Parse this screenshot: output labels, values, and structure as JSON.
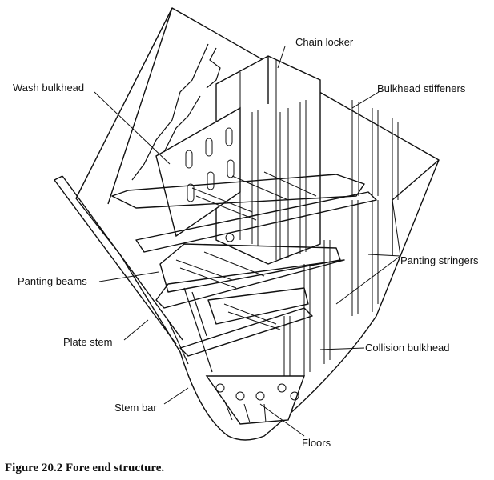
{
  "labels": {
    "chain_locker": "Chain locker",
    "wash_bulkhead": "Wash bulkhead",
    "bulkhead_stiffeners": "Bulkhead stiffeners",
    "panting_stringers": "Panting stringers",
    "panting_beams": "Panting beams",
    "plate_stem": "Plate stem",
    "collision_bulkhead": "Collision bulkhead",
    "stem_bar": "Stem bar",
    "floors": "Floors"
  },
  "caption": "Figure 20.2  Fore end structure."
}
